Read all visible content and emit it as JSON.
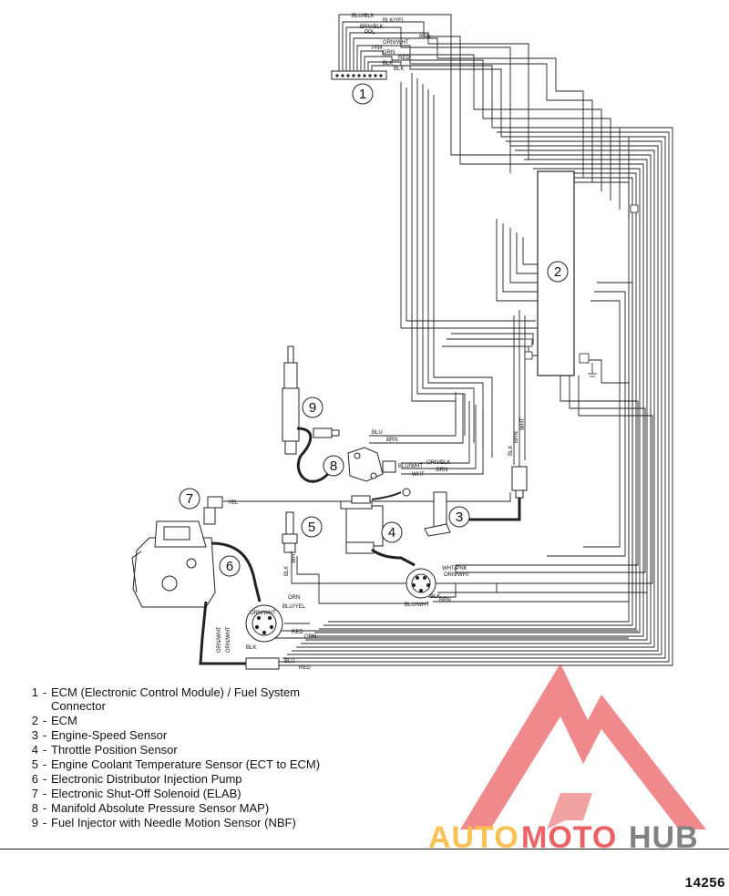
{
  "callouts": [
    "1",
    "2",
    "3",
    "4",
    "5",
    "6",
    "7",
    "8",
    "9"
  ],
  "wire_labels": {
    "blu_blk": "BLU/BLK",
    "blk_yel": "BLK/YEL",
    "brn_blk": "BRN/BLK",
    "ppl": "PPL",
    "red": "RED",
    "grn_wht": "GRN/WHT",
    "pnk": "PNK",
    "grn": "GRN",
    "blk": "BLK",
    "blu": "BLU",
    "brn": "BRN",
    "wht": "WHT",
    "yel": "YEL",
    "orn_blk": "ORN/BLK",
    "blu_wht": "BLU/WHT",
    "wht_pnk": "WHT/PNK",
    "orn_wht": "ORN/WHT",
    "orn": "ORN",
    "blu_yel": "BLU/YEL"
  },
  "legend": [
    {
      "num": "1",
      "text": "ECM (Electronic Control Module) / Fuel System Connector"
    },
    {
      "num": "2",
      "text": "ECM"
    },
    {
      "num": "3",
      "text": "Engine-Speed Sensor"
    },
    {
      "num": "4",
      "text": "Throttle Position Sensor"
    },
    {
      "num": "5",
      "text": "Engine Coolant Temperature Sensor (ECT to ECM)"
    },
    {
      "num": "6",
      "text": "Electronic Distributor Injection Pump"
    },
    {
      "num": "7",
      "text": "Electronic Shut-Off Solenoid (ELAB)"
    },
    {
      "num": "8",
      "text": "Manifold Absolute Pressure Sensor MAP)"
    },
    {
      "num": "9",
      "text": "Fuel Injector with Needle Motion Sensor (NBF)"
    }
  ],
  "figure_number": "14256",
  "watermark": {
    "part1": "AUTO",
    "part2": "MOTO",
    "part3": "HUB",
    "color_orange": "#f7b733",
    "color_red": "#e8474a",
    "color_gray": "#6d6d6d"
  }
}
